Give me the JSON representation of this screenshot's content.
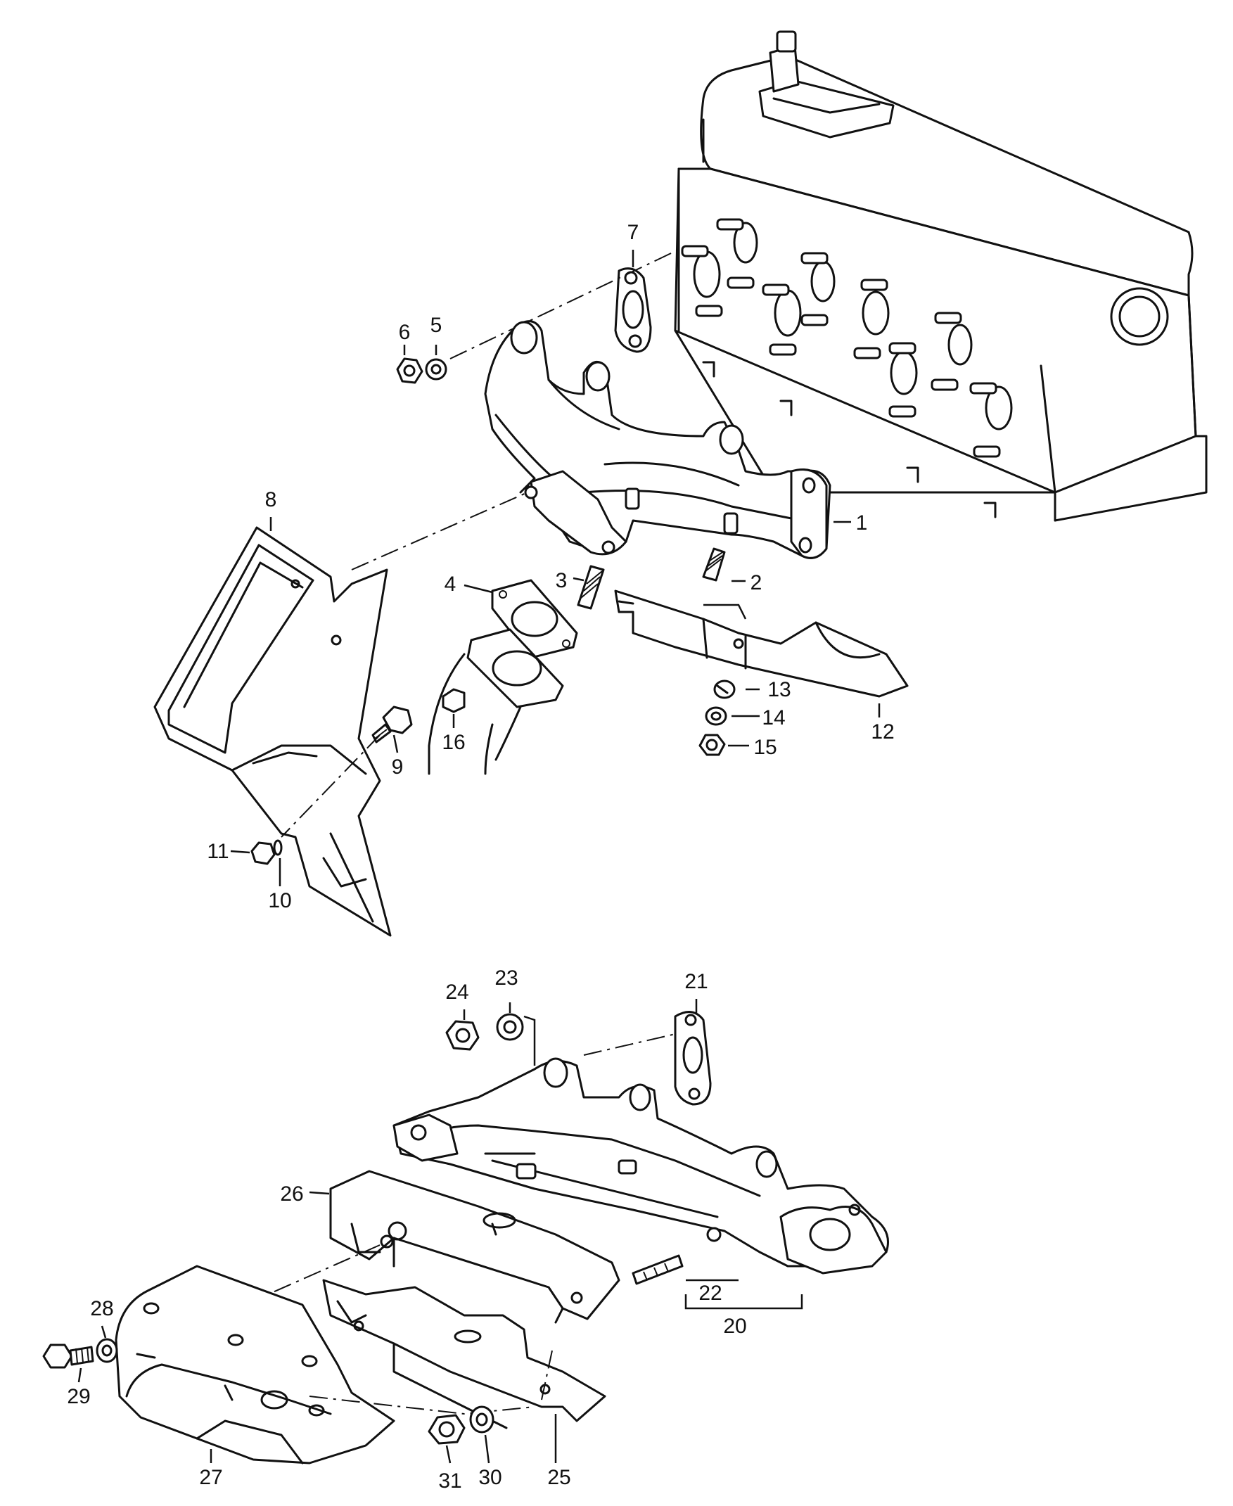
{
  "callouts": {
    "c1": "1",
    "c2": "2",
    "c3": "3",
    "c4": "4",
    "c5": "5",
    "c6": "6",
    "c7": "7",
    "c8": "8",
    "c9": "9",
    "c10": "10",
    "c11": "11",
    "c12": "12",
    "c13": "13",
    "c14": "14",
    "c15": "15",
    "c16": "16",
    "c20": "20",
    "c21": "21",
    "c22": "22",
    "c23": "23",
    "c24": "24",
    "c25": "25",
    "c26": "26",
    "c27": "27",
    "c28": "28",
    "c29": "29",
    "c30": "30",
    "c31": "31"
  },
  "colors": {
    "line": "#111111",
    "background": "#ffffff"
  }
}
